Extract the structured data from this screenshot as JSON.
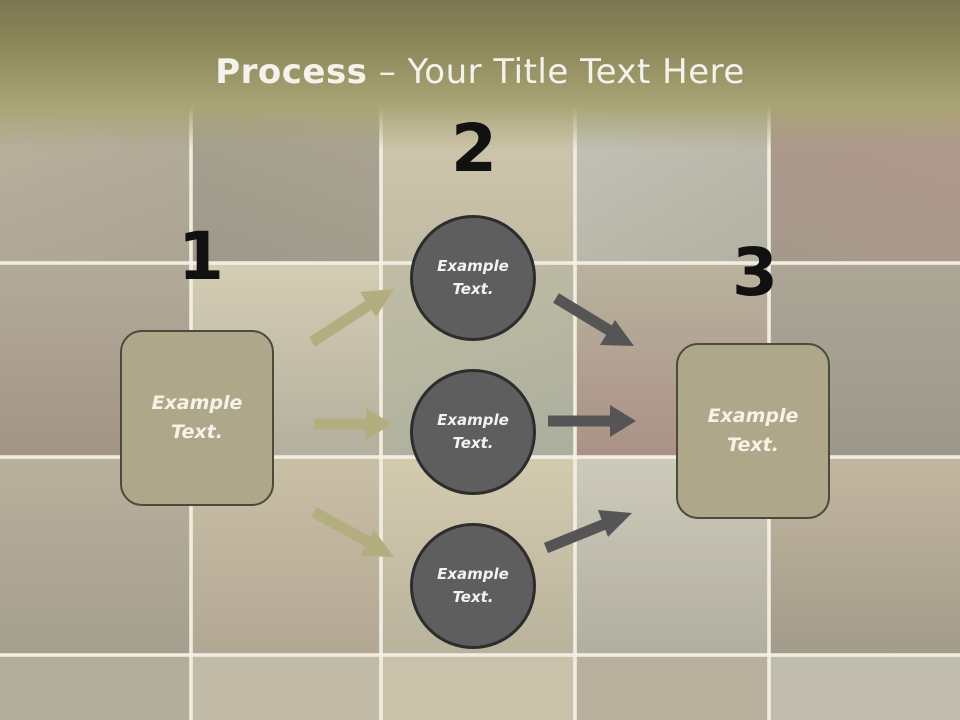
{
  "slide": {
    "title_bold": "Process",
    "title_rest": " – Your Title Text Here"
  },
  "steps": [
    {
      "number": "1",
      "box_text": [
        "Example",
        "Text."
      ]
    },
    {
      "number": "2",
      "circle_texts": [
        [
          "Example",
          "Text."
        ],
        [
          "Example",
          "Text."
        ],
        [
          "Example",
          "Text."
        ]
      ]
    },
    {
      "number": "3",
      "box_text": [
        "Example",
        "Text."
      ]
    }
  ],
  "colors": {
    "title_band": "#8f8b5c",
    "box_fill": "#aea78a",
    "circle_fill": "#5e5e5e",
    "arrow_left": "#b3ad7f",
    "arrow_right": "#555555"
  }
}
